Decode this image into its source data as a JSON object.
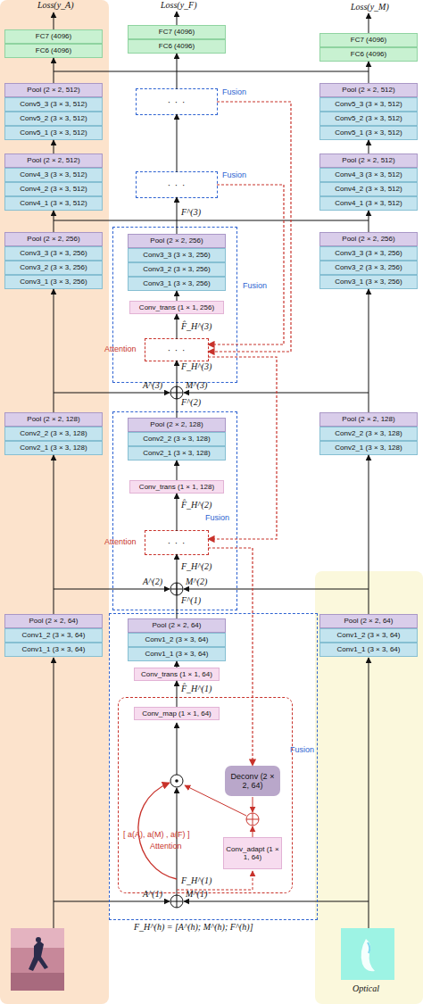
{
  "diagram": {
    "nodes": [
      {
        "text": [
          "FC7 (4096)",
          "FC6 (4096)"
        ]
      },
      {
        "text": [
          "FC7 (4096)",
          "FC6 (4096)"
        ]
      },
      {
        "text": [
          "FC7 (4096)",
          "FC6 (4096)"
        ]
      },
      {
        "text": [
          "Pool (2 × 2, 512)",
          "Conv5_3 (3 × 3, 512)",
          "Conv5_2 (3 × 3, 512)",
          "Conv5_1 (3 × 3, 512)"
        ]
      },
      {
        "text": [
          "· · ·",
          "Fusion"
        ]
      },
      {
        "text": [
          "Pool (2 × 2, 512)",
          "Conv5_3 (3 × 3, 512)",
          "Conv5_2 (3 × 3, 512)",
          "Conv5_1 (3 × 3, 512)"
        ]
      },
      {
        "text": [
          "Pool (2 × 2, 512)",
          "Conv4_3 (3 × 3, 512)",
          "Conv4_2 (3 × 3, 512)",
          "Conv4_1 (3 × 3, 512)"
        ]
      },
      {
        "text": [
          "· · ·",
          "Fusion"
        ]
      },
      {
        "text": [
          "Pool (2 × 2, 512)",
          "Conv4_3 (3 × 3, 512)",
          "Conv4_2 (3 × 3, 512)",
          "Conv4_1 (3 × 3, 512)"
        ]
      },
      {
        "text": [
          "Pool (2 × 2, 256)",
          "Conv3_3 (3 × 3, 256)",
          "Conv3_2 (3 × 3, 256)",
          "Conv3_1 (3 × 3, 256)"
        ]
      },
      {
        "text": [
          "Fusion"
        ]
      },
      {
        "text": [
          "Pool (2 × 2, 256)",
          "Conv3_3 (3 × 3, 256)",
          "Conv3_2 (3 × 3, 256)",
          "Conv3_1 (3 × 3, 256)"
        ],
        "in": 10
      },
      {
        "text": [
          "Conv_trans (1 × 1, 256)"
        ],
        "in": 10
      },
      {
        "text": [
          "· · ·",
          "Attention"
        ],
        "in": 10
      },
      {
        "text": [
          "Pool (2 × 2, 256)",
          "Conv3_3 (3 × 3, 256)",
          "Conv3_2 (3 × 3, 256)",
          "Conv3_1 (3 × 3, 256)"
        ]
      },
      {
        "text": [
          "Pool (2 × 2, 128)",
          "Conv2_2 (3 × 3, 128)",
          "Conv2_1 (3 × 3, 128)"
        ]
      },
      {
        "text": [
          "Fusion"
        ]
      },
      {
        "text": [
          "Pool (2 × 2, 128)",
          "Conv2_2 (3 × 3, 128)",
          "Conv2_1 (3 × 3, 128)"
        ],
        "in": 16
      },
      {
        "text": [
          "Conv_trans (1 × 1, 128)"
        ],
        "in": 16
      },
      {
        "text": [
          "· · ·",
          "Attention"
        ],
        "in": 16
      },
      {
        "text": [
          "Pool (2 × 2, 128)",
          "Conv2_2 (3 × 3, 128)",
          "Conv2_1 (3 × 3, 128)"
        ]
      },
      {
        "text": [
          "Pool (2 × 2, 64)",
          "Conv1_2 (3 × 3, 64)",
          "Conv1_1 (3 × 3, 64)"
        ]
      },
      {
        "text": [
          "Fusion"
        ]
      },
      {
        "text": [
          "Pool (2 × 2, 64)",
          "Conv1_2 (3 × 3, 64)",
          "Conv1_1 (3 × 3, 64)"
        ],
        "in": 22
      },
      {
        "text": [
          "Conv_trans (1 × 1, 64)"
        ],
        "in": 22
      },
      {
        "text": [
          "[ a(A), a(M) , a(F) ]",
          "Attention"
        ],
        "in": 22
      },
      {
        "text": [
          "Conv_map (1 × 1, 64)"
        ],
        "in": 25
      },
      {
        "text": [
          "Deconv (2 × 2, 64)"
        ],
        "in": 25
      },
      {
        "text": [
          "Conv_adapt (1 × 1, 64)"
        ],
        "in": 25
      },
      {
        "text": [
          "Pool (2 × 2, 64)",
          "Conv1_2 (3 × 3, 64)",
          "Conv1_1 (3 × 3, 64)"
        ]
      }
    ],
    "edges": [
      {
        "from": 21,
        "to": 15,
        "arrow": "to"
      },
      {
        "from": 15,
        "to": 9,
        "arrow": "to"
      },
      {
        "from": 9,
        "to": 6,
        "arrow": "to"
      },
      {
        "from": 6,
        "to": 3,
        "arrow": "to"
      },
      {
        "from": 3,
        "to": 0,
        "arrow": "to"
      },
      {
        "from": 29,
        "to": 20,
        "arrow": "to"
      },
      {
        "from": 20,
        "to": 14,
        "arrow": "to"
      },
      {
        "from": 14,
        "to": 8,
        "arrow": "to"
      },
      {
        "from": 8,
        "to": 5,
        "arrow": "to"
      },
      {
        "from": 5,
        "to": 2,
        "arrow": "to"
      },
      {
        "from": 26,
        "to": 24,
        "arrow": "to"
      },
      {
        "from": 24,
        "to": 23,
        "arrow": "to"
      },
      {
        "from": 23,
        "to": 19,
        "arrow": "to"
      },
      {
        "from": 19,
        "to": 18,
        "arrow": "to"
      },
      {
        "from": 18,
        "to": 17,
        "arrow": "to"
      },
      {
        "from": 17,
        "to": 13,
        "arrow": "to"
      },
      {
        "from": 13,
        "to": 12,
        "arrow": "to"
      },
      {
        "from": 12,
        "to": 11,
        "arrow": "to"
      },
      {
        "from": 11,
        "to": 7,
        "arrow": "to"
      },
      {
        "from": 7,
        "to": 4,
        "arrow": "to"
      },
      {
        "from": 4,
        "to": 1,
        "arrow": "to"
      },
      {
        "from": 7,
        "to": 13,
        "arrow": "to"
      },
      {
        "from": 4,
        "to": 13,
        "arrow": "to"
      },
      {
        "from": 13,
        "to": 19,
        "arrow": "to"
      },
      {
        "from": 19,
        "to": 27,
        "arrow": "to"
      }
    ],
    "labels": [
      "Loss(y_A)",
      "Loss(y_F)",
      "Loss(y_M)",
      "F^(3)",
      "F̂_H^(3)",
      "F_H^(3)",
      "A^(3)",
      "M^(3)",
      "F^(2)",
      "F̂_H^(2)",
      "F_H^(2)",
      "A^(2)",
      "M^(2)",
      "F^(1)",
      "F̂_H^(1)",
      "F_H^(1)",
      "A^(1)",
      "M^(1)",
      "F_H^(h) = [A^(h); M^(h); F^(h)]",
      "Optical"
    ]
  }
}
